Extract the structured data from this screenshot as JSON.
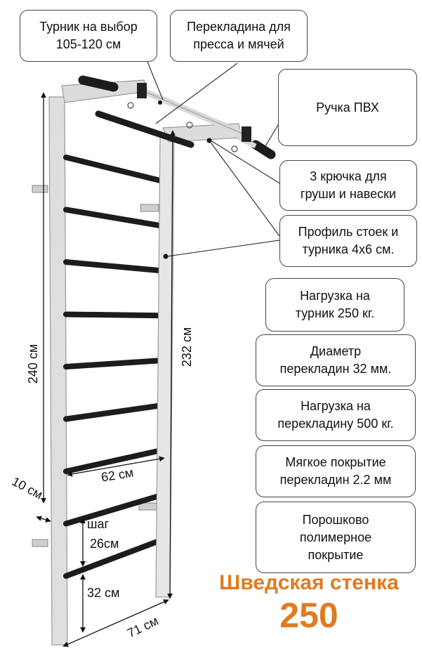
{
  "callouts": {
    "pullup_bar": "Турник на выбор\n105-120 см",
    "crossbar": "Перекладина для\nпресса и мячей",
    "pvc_handle": "Ручка ПВХ",
    "hooks": "3 крючка для\nгруши и навески",
    "profile": "Профиль стоек и\nтурника 4х6 см.",
    "bar_load": "Нагрузка на\nтурник 250 кг.",
    "rung_diameter": "Диаметр\nперекладин 32 мм.",
    "rung_load": "Нагрузка на\nперекладину 500 кг.",
    "soft_cover": "Мягкое покрытие\nперекладин 2.2 мм",
    "powder_coat": "Порошково\nполимерное\nпокрытие"
  },
  "dimensions": {
    "height_total": "240 см",
    "height_frame": "232 см",
    "rung_width": "62 см",
    "wall_gap": "10 см",
    "step_word": "шаг",
    "step_value": "26см",
    "bottom_gap": "32 см",
    "depth": "71 см"
  },
  "title": {
    "line1": "Шведская стенка",
    "line2": "250"
  },
  "colors": {
    "frame": "#dedede",
    "frame_edge": "#9a9a9a",
    "rung": "#1c1c1c",
    "title": "#e07b22"
  },
  "rung_count": 9
}
